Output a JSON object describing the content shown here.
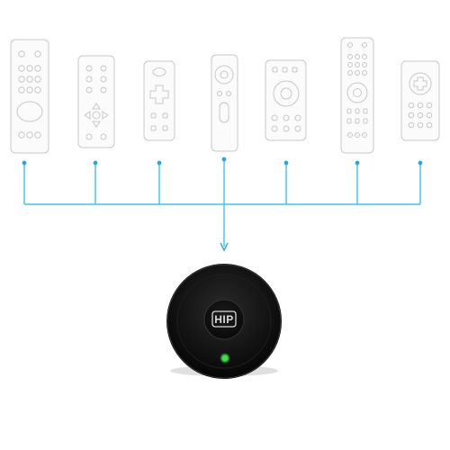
{
  "hub": {
    "logo_text": "HIP",
    "indicator_color": "#39e04a"
  },
  "colors": {
    "connector": "#35c8e8",
    "connector_dot": "#2aa8d8",
    "remote_outline": "#c8c8c8",
    "hub_body": "#0c0c0c"
  },
  "remotes": [
    {
      "name": "remote-1",
      "icons": [
        "number-buttons",
        "oval-pad"
      ]
    },
    {
      "name": "remote-2",
      "icons": [
        "number-buttons",
        "arrow-pad"
      ]
    },
    {
      "name": "remote-3",
      "icons": [
        "dpad-cross"
      ]
    },
    {
      "name": "remote-4",
      "icons": [
        "round-pad"
      ]
    },
    {
      "name": "remote-5",
      "icons": [
        "round-pad"
      ]
    },
    {
      "name": "remote-6",
      "icons": [
        "number-buttons",
        "round-pad"
      ]
    },
    {
      "name": "remote-7",
      "icons": [
        "dpad-cross",
        "number-buttons"
      ]
    }
  ]
}
